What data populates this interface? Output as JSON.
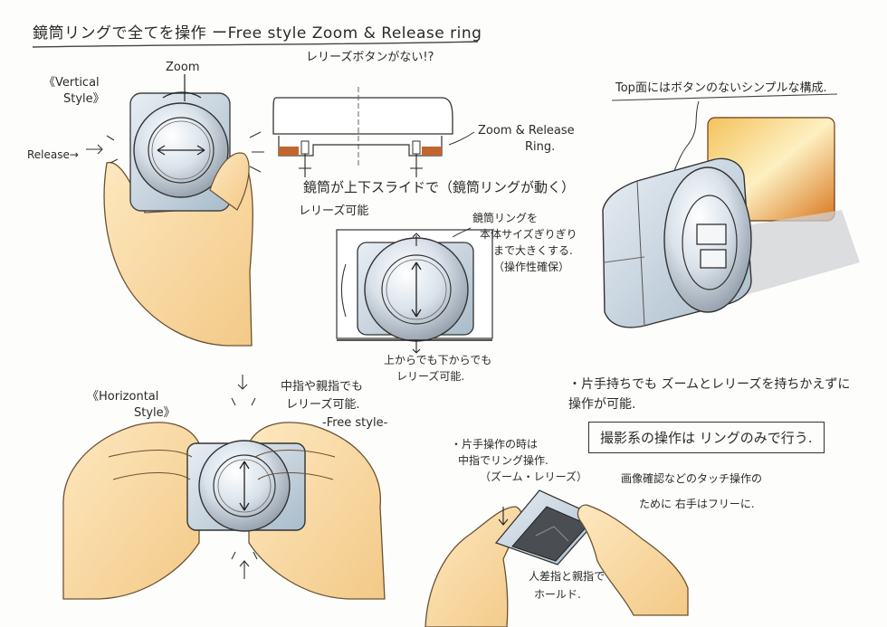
{
  "title": "鏡筒リングで全てを操作 ーFree style Zoom & Release ring",
  "subtitle": "レリーズボタンがない!?",
  "vertical": {
    "style_label_line1": "《Vertical",
    "style_label_line2": "Style》",
    "zoom_label": "Zoom",
    "release_label": "Release→"
  },
  "section": {
    "ring_label_line1": "Zoom & Release",
    "ring_label_line2": "Ring.",
    "slide_note_line1": "鏡筒が上下スライドで（鏡筒リングが動く）",
    "slide_note_line2": "レリーズ可能",
    "ring_size_line1": "鏡筒リングを",
    "ring_size_line2": "本体サイズぎりぎり",
    "ring_size_line3": "まで大きくする.",
    "ring_size_line4": "（操作性確保）",
    "updown_line1": "上からでも下からでも",
    "updown_line2": "レリーズ可能."
  },
  "product": {
    "top_note": "Top面にはボタンのないシンプルな構成."
  },
  "horizontal": {
    "style_label_line1": "《Horizontal",
    "style_label_line2": "Style》",
    "finger_note_line1": "中指や親指でも",
    "finger_note_line2": "レリーズ可能.",
    "free_style": "-Free style-"
  },
  "one_hand": {
    "note_line1": "・片手持ちでも ズームとレリーズを持ちかえずに",
    "note_line2": "操作が可能.",
    "boxed_note": "撮影系の操作は リングのみで行う.",
    "op_line1": "・片手操作の時は",
    "op_line2": "中指でリング操作.",
    "op_line3": "（ズーム・レリーズ）",
    "hold_line1": "人差指と親指で",
    "hold_line2": "ホールド.",
    "touch_line1": "画像確認などのタッチ操作の",
    "touch_line2": "ために 右手はフリーに."
  }
}
